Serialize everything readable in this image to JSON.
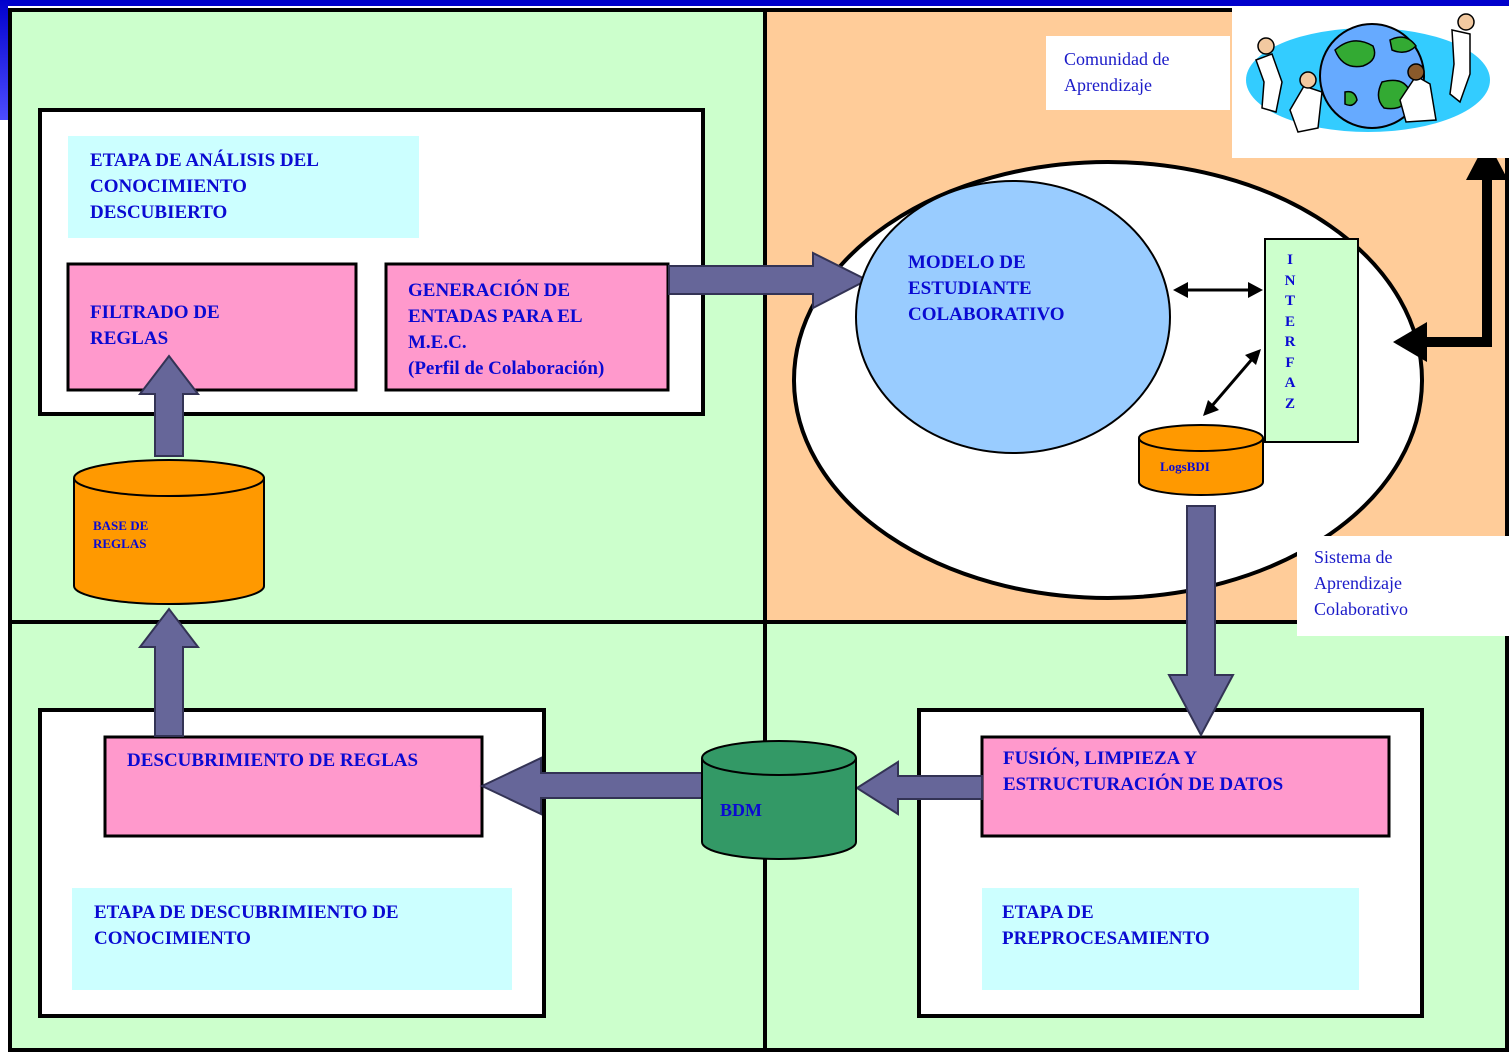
{
  "stages": {
    "analisis": "ETAPA DE  ANÁLISIS DEL\nCONOCIMIENTO\nDESCUBIERTO",
    "descubrimiento": "ETAPA DE DESCUBRIMIENTO DE\nCONOCIMIENTO",
    "preprocesamiento": "ETAPA DE\nPREPROCESAMIENTO"
  },
  "processes": {
    "filtrado": "FILTRADO DE\nREGLAS",
    "generacion": "GENERACIÓN DE\nENTADAS PARA EL\nM.E.C.\n(Perfil de Colaboración)",
    "descubrimiento_reglas": "DESCUBRIMIENTO DE REGLAS",
    "fusion": "FUSIÓN, LIMPIEZA Y\nESTRUCTURACIÓN DE DATOS"
  },
  "databases": {
    "base_reglas": "BASE DE\nREGLAS",
    "bdm": "BDM",
    "logs": "LogsBDI"
  },
  "system": {
    "modelo": "MODELO DE\nESTUDIANTE\nCOLABORATIVO",
    "interfaz_letters": [
      "I",
      "N",
      "T",
      "E",
      "R",
      "F",
      "A",
      "Z"
    ],
    "sistema_label": "Sistema de\nAprendizaje\nColaborativo",
    "comunidad_label": "Comunidad de\nAprendizaje"
  },
  "colors": {
    "quadrant_green": "#ccffcc",
    "quadrant_orange": "#ffcc99",
    "stage_label_bg": "#ccffff",
    "process_pink": "#ff99cc",
    "db_orange": "#ff9900",
    "db_green": "#339966",
    "model_blue": "#99ccff",
    "arrow_purple": "#666699",
    "text_blue": "#0a0ad2",
    "corner_blue": "#0000cc"
  }
}
